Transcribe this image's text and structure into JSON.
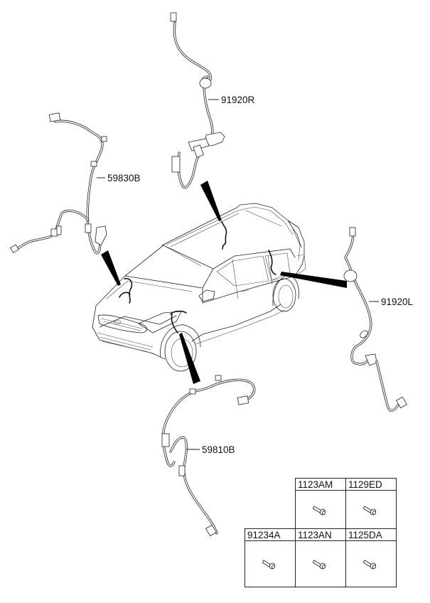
{
  "diagram": {
    "title": "ABS wheel speed sensor wiring — parts diagram",
    "callouts": [
      {
        "id": "front-left-sensor",
        "part_no": "59830B"
      },
      {
        "id": "rear-right-sensor",
        "part_no": "91920R"
      },
      {
        "id": "rear-left-sensor",
        "part_no": "91920L"
      },
      {
        "id": "front-right-sensor",
        "part_no": "59810B"
      }
    ],
    "fasteners_table": {
      "rows": [
        [
          null,
          {
            "part_no": "1123AM",
            "icon": "bolt-icon"
          },
          {
            "part_no": "1129ED",
            "icon": "bolt-icon"
          }
        ],
        [
          {
            "part_no": "91234A",
            "icon": "bolt-icon"
          },
          {
            "part_no": "1123AN",
            "icon": "bolt-icon"
          },
          {
            "part_no": "1125DA",
            "icon": "bolt-icon"
          }
        ]
      ]
    },
    "colors": {
      "line": "#222222",
      "background": "#ffffff",
      "pointer": "#000000"
    }
  }
}
